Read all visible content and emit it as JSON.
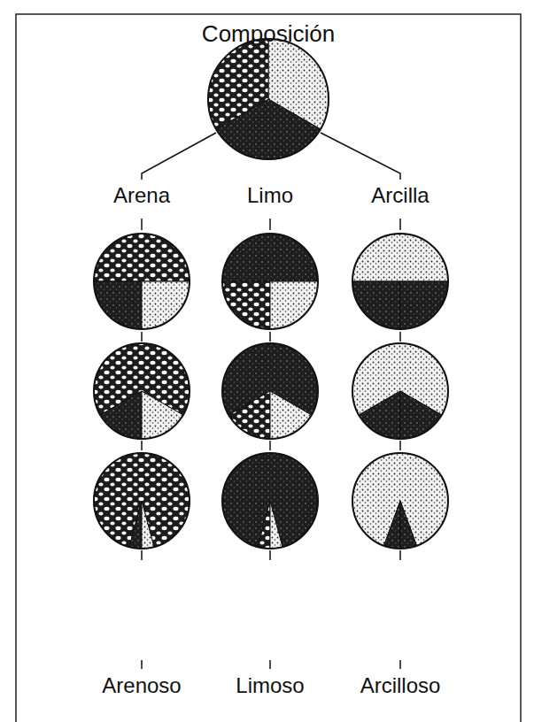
{
  "diagram": {
    "title": "Composición",
    "labels": [
      "Arena",
      "Limo",
      "Arcilla",
      "Arenoso",
      "Limoso",
      "Arcilloso"
    ]
  }
}
